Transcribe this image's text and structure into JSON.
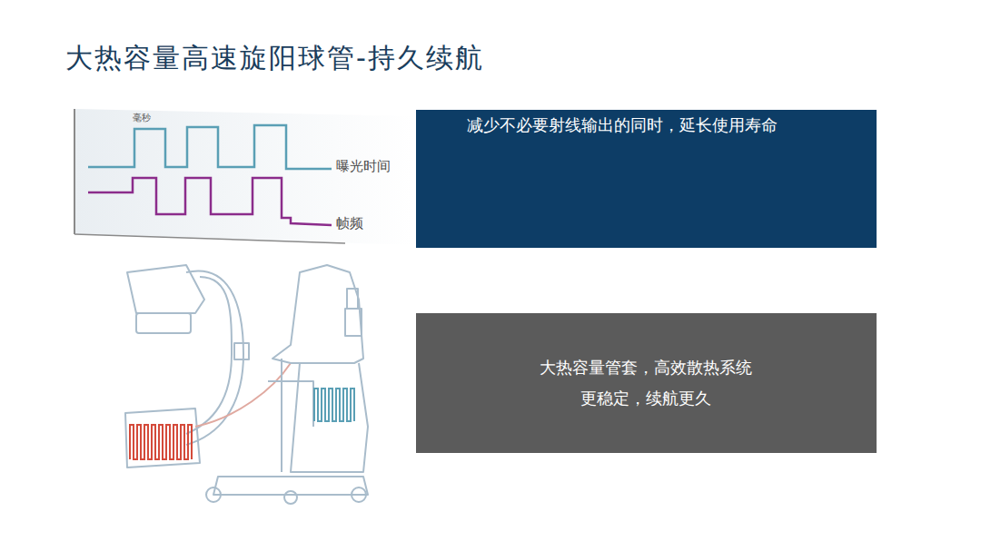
{
  "diagram": {
    "title": "大热容量高速旋阳球管-持久续航",
    "nodes": [
      {
        "text": [
          "减少不必要射线输出的同时，延长使用寿命"
        ]
      },
      {
        "text": [
          "大热容量管套，高效散热系统 更稳定，续航更久"
        ]
      }
    ],
    "labels": [
      "毫秒",
      "曝光时间",
      "帧频"
    ]
  }
}
